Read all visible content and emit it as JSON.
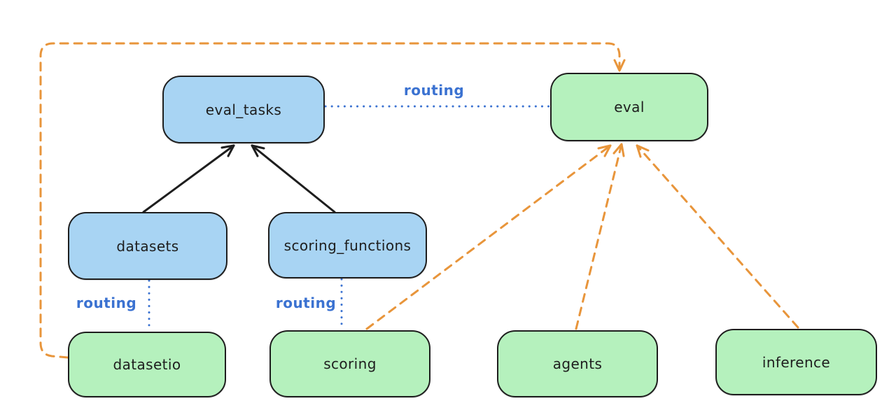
{
  "diagram": {
    "kind": "architecture-routing-diagram",
    "colors": {
      "background": "#ffffff",
      "node_border": "#1e1e1e",
      "api_node_fill": "#a8d4f3",
      "provider_node_fill": "#b5f1bd",
      "solid_arrow": "#1e1e1e",
      "routing_blue": "#3b72d1",
      "provider_orange": "#e8953b"
    },
    "nodes": [
      {
        "id": "eval_tasks",
        "label": "eval_tasks",
        "fill": "blue"
      },
      {
        "id": "eval",
        "label": "eval",
        "fill": "green"
      },
      {
        "id": "datasets",
        "label": "datasets",
        "fill": "blue"
      },
      {
        "id": "scoring_functions",
        "label": "scoring_functions",
        "fill": "blue"
      },
      {
        "id": "datasetio",
        "label": "datasetio",
        "fill": "green"
      },
      {
        "id": "scoring",
        "label": "scoring",
        "fill": "green"
      },
      {
        "id": "agents",
        "label": "agents",
        "fill": "green"
      },
      {
        "id": "inference",
        "label": "inference",
        "fill": "green"
      }
    ],
    "edges": [
      {
        "from": "datasets",
        "to": "eval_tasks",
        "style": "solid-arrow",
        "color": "black",
        "label": ""
      },
      {
        "from": "scoring_functions",
        "to": "eval_tasks",
        "style": "solid-arrow",
        "color": "black",
        "label": ""
      },
      {
        "from": "eval_tasks",
        "to": "eval",
        "style": "dotted-line",
        "color": "blue",
        "label": "routing"
      },
      {
        "from": "datasets",
        "to": "datasetio",
        "style": "dotted-line",
        "color": "blue",
        "label": "routing"
      },
      {
        "from": "scoring_functions",
        "to": "scoring",
        "style": "dotted-line",
        "color": "blue",
        "label": "routing"
      },
      {
        "from": "datasetio",
        "to": "eval",
        "style": "dashed-arrow",
        "color": "orange",
        "label": ""
      },
      {
        "from": "scoring",
        "to": "eval",
        "style": "dashed-arrow",
        "color": "orange",
        "label": ""
      },
      {
        "from": "agents",
        "to": "eval",
        "style": "dashed-arrow",
        "color": "orange",
        "label": ""
      },
      {
        "from": "inference",
        "to": "eval",
        "style": "dashed-arrow",
        "color": "orange",
        "label": ""
      }
    ]
  }
}
